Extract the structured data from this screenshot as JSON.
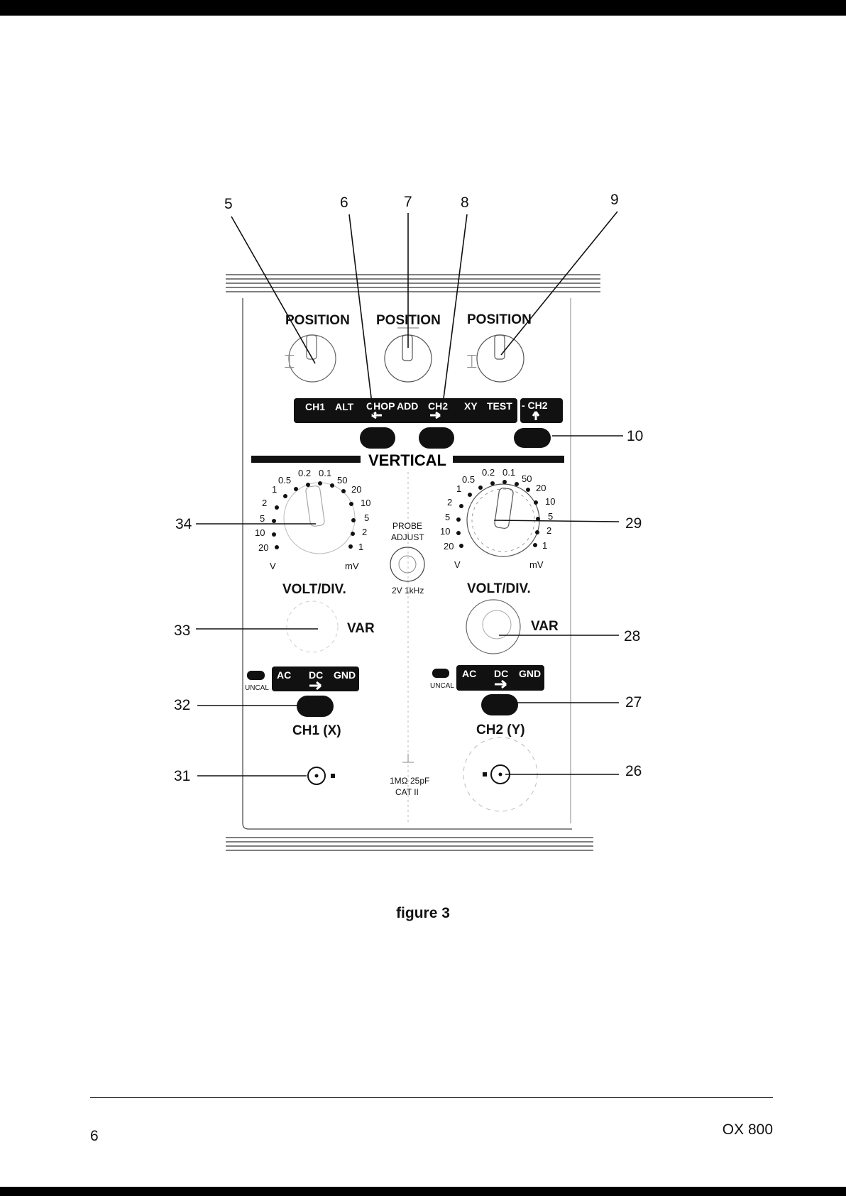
{
  "callouts": [
    "5",
    "6",
    "7",
    "8",
    "9",
    "10",
    "29",
    "28",
    "27",
    "26",
    "34",
    "33",
    "32",
    "31"
  ],
  "position_labels": [
    "POSITION",
    "POSITION",
    "POSITION"
  ],
  "mode_buttons": [
    "CH1",
    "ALT",
    "CHOP",
    "ADD",
    "CH2",
    "XY",
    "TEST"
  ],
  "invert_label": "- CH2",
  "section_title": "VERTICAL",
  "volt_scale": [
    "20",
    "10",
    "5",
    "2",
    "1",
    "0.5",
    "0.2",
    "0.1",
    "50",
    "20",
    "10",
    "5",
    "2",
    "1"
  ],
  "unit_v": "V",
  "unit_mv": "mV",
  "volt_div_label": "VOLT/DIV.",
  "var_label": "VAR",
  "coupling_buttons": [
    "AC",
    "DC",
    "GND"
  ],
  "uncal_label": "UNCAL",
  "probe_adjust": [
    "PROBE",
    "ADJUST"
  ],
  "probe_signal": "2V 1kHz",
  "ch1_label": "CH1 (X)",
  "ch2_label": "CH2 (Y)",
  "input_spec": [
    "1MΩ 25pF",
    "CAT II"
  ],
  "caption": "figure 3",
  "page_number": "6",
  "model": "OX 800"
}
